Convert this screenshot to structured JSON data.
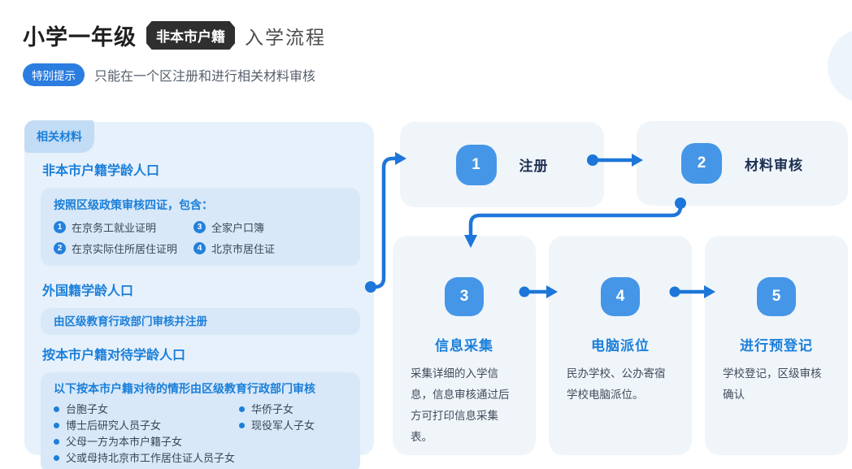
{
  "header": {
    "title": "小学一年级",
    "badge": "非本市户籍",
    "title_suffix": "入学流程",
    "tip_label": "特别提示",
    "tip_text": "只能在一个区注册和进行相关材料审核"
  },
  "materials_panel": {
    "tab": "相关材料",
    "sections": [
      {
        "heading": "非本市户籍学龄人口",
        "card": {
          "title": "按照区级政策审核四证，包含：",
          "items": [
            {
              "num": "1",
              "text": "在京务工就业证明"
            },
            {
              "num": "2",
              "text": "在京实际住所居住证明"
            },
            {
              "num": "3",
              "text": "全家户口簿"
            },
            {
              "num": "4",
              "text": "北京市居住证"
            }
          ]
        }
      },
      {
        "heading": "外国籍学龄人口",
        "card": {
          "text": "由区级教育行政部门审核并注册"
        }
      },
      {
        "heading": "按本市户籍对待学龄人口",
        "card": {
          "title": "以下按本市户籍对待的情形由区级教育行政部门审核",
          "bullets_left": [
            "台胞子女",
            "博士后研究人员子女",
            "父母一方为本市户籍子女",
            "父或母持北京市工作居住证人员子女"
          ],
          "bullets_right": [
            "华侨子女",
            "现役军人子女"
          ]
        }
      }
    ]
  },
  "flow": {
    "steps": [
      {
        "num": "1",
        "label": "注册"
      },
      {
        "num": "2",
        "label": "材料审核"
      },
      {
        "num": "3",
        "label": "信息采集",
        "desc": "采集详细的入学信息，信息审核通过后方可打印信息采集表。"
      },
      {
        "num": "4",
        "label": "电脑派位",
        "desc": "民办学校、公办寄宿学校电脑派位。"
      },
      {
        "num": "5",
        "label": "进行预登记",
        "desc": "学校登记，区级审核确认"
      }
    ]
  },
  "colors": {
    "accent_blue": "#1b7fd9",
    "arrow_blue": "#1d76d9",
    "badge_blue": "#4596e7",
    "panel_bg": "#e7f1fb",
    "inner_card_bg": "#d8e8f8",
    "flow_card_bg": "#f0f5fa",
    "dark_badge": "#2f2f2f"
  }
}
